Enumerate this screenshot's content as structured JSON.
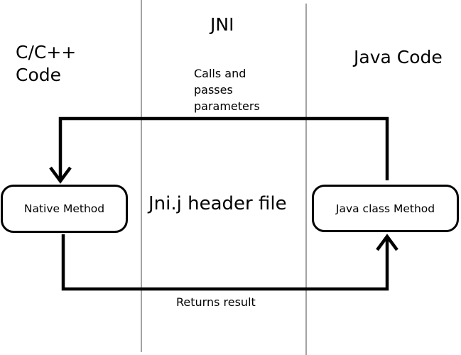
{
  "columns": {
    "left_heading": "C/C++\nCode",
    "middle_heading": "JNI",
    "right_heading": "Java Code"
  },
  "middle": {
    "header_file_label": "Jni.j header file"
  },
  "boxes": {
    "native_method": "Native Method",
    "java_class_method": "Java class Method"
  },
  "arrows": {
    "top_label": "Calls and\npasses\nparameters",
    "bottom_label": "Returns result"
  },
  "colors": {
    "line": "#000000",
    "divider": "#666666",
    "background": "#ffffff"
  }
}
